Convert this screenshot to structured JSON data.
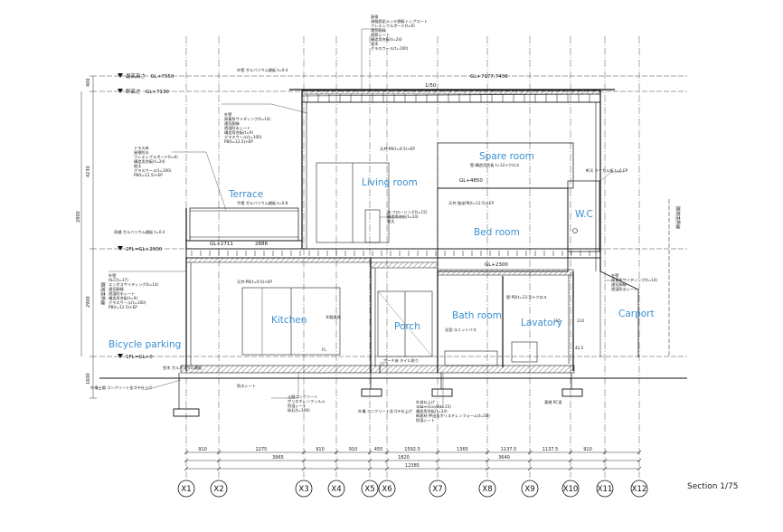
{
  "rooms": {
    "living": "Living room",
    "spare": "Spare room",
    "terrace": "Terrace",
    "bed": "Bed room",
    "wc": "W.C",
    "kitchen": "Kitchen",
    "porch": "Porch",
    "bath": "Bath room",
    "lavatory": "Lavatory",
    "carport": "Carport",
    "bicycle": "Bicycle parking"
  },
  "axes": [
    "X1",
    "X2",
    "X3",
    "X4",
    "X5",
    "X6",
    "X7",
    "X8",
    "X9",
    "X10",
    "X11",
    "X12"
  ],
  "caption": "Section 1/75",
  "levels": {
    "max_height": "最高高さ　GL+7550",
    "eave_height": "軒高さ　GL+7130",
    "roof_level": "GL+7177,7436",
    "floor2": "2FL=GL+2900",
    "floor2_mid": "GL+2711",
    "floor2_mid2": "2888",
    "floor1": "1FL=GL+0",
    "bed_level": "GL+4850",
    "bed_level2": "GL+2300",
    "slope": "1/50"
  },
  "vertical_dims": [
    "400",
    "4230",
    "2800",
    "2900",
    "1600"
  ],
  "dims_row1": [
    "910",
    "2275",
    "910",
    "910",
    "455",
    "1592.5",
    "1365",
    "1137.5",
    "1137.5",
    "910"
  ],
  "dims_row2": [
    "3965",
    "1820",
    "3640"
  ],
  "dims_row3": [
    "12385"
  ],
  "side_labels": {
    "right_top": "隣地境界線",
    "left_mid": "隣地境界線"
  },
  "notes": {
    "top": "屋根\n溶融亜鉛メッキ鋼板トップコート\nフレキシブルボード(t=6)\n通気胴縁\n遮熱シート\n構造用合板(t=24)\n垂木\nグラスウール(t=100)",
    "terrace_rail": "手摺 ガルバリウム鋼板 t=0.8",
    "left_wall": "外壁\n窯業系サイディング(t=14)\n通気胴縁\n透湿防水シート\n構造用合板(t=9)\nグラスウール(t=100)\nPB(t=12.5)+EP",
    "left_wall2": "外壁\nALC(t=37)\nエンボスサイディング(t=14)\n通気胴縁\n透湿防水シート\n構造用合板(t=9)\nグラスウール(t=100)\nPB(t=12.5)+EP",
    "roof_terrace": "ドラス床\n屋根防水\nフレキシブルボード(t=6)\n構造用合板(t=24)\n根太\nグラスウール(t=100)\nPB(t=12.5)+EP",
    "gutter": "雨樋 ガルバリウム鋼板 t=0.4",
    "ceiling1": "天井:強化PB(t=12.5)+EP",
    "ceiling2": "天井:PB(t=9.5)+EP",
    "wall_spare": "壁:構造用合板 t=12+クロス",
    "floor_bed": "床:フローリング(t=15)\n構造用合板(t=24)\n根太",
    "foundation": "土間コンクリート\nポリエチレンフィルム\n防湿シート\n砕石(t=100)",
    "foundation2": "外構 コンクリート金ゴテ仕上げ",
    "base": "外部仕上げ\nフローリング(t=15)\n構造用合板(t=24)\n断熱材 押出法ポリスチレンフォーム(t=50)\n防湿シート",
    "porch_floor": "ポーチ床 タイル貼り",
    "bicycle_floor": "外構土間 コンクリート金ゴテ仕上げ",
    "bath_unit": "浴室:ユニットバス",
    "lavatory_wall": "壁:PB(t=12.5)+クロス",
    "carport_wall": "外壁\n窯業系サイディング(t=14)\n通気胴縁\n透湿防水シート",
    "eaves_left": "軒天 ケイカル板 t=6 EP",
    "fixing": "木製建具",
    "kitchen_ceiling": "天井:PB(t=9.5)+EP",
    "misc1": "外壁 ガルバリウム鋼板 t=0.4",
    "misc2": "笠木 ガルバリウム鋼板",
    "misc3": "防水シート",
    "misc4": "基礎 RC造",
    "misc5": "FL",
    "misc6": "11.5",
    "misc7": "42.5",
    "misc8": "115",
    "misc9": "110"
  }
}
